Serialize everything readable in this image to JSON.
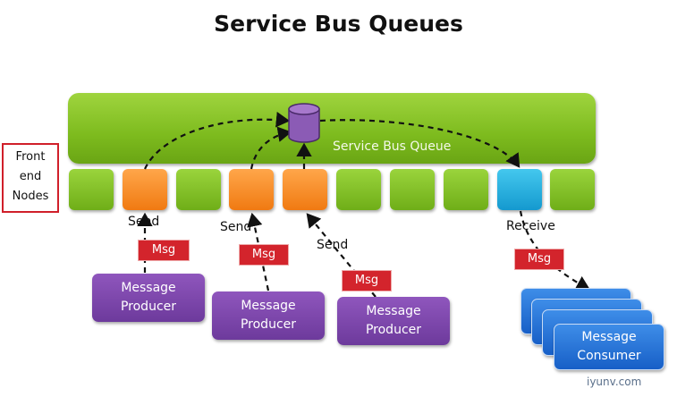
{
  "title": "Service Bus Queues",
  "queue": {
    "label": "Service Bus Queue",
    "icon": "database-cylinder-icon",
    "color": "#8b5bb5"
  },
  "frontend": {
    "line1": "Front",
    "line2": "end",
    "line3": "Nodes"
  },
  "nodes": [
    "green",
    "orange",
    "green",
    "orange",
    "orange",
    "green",
    "green",
    "green",
    "blue",
    "green"
  ],
  "labels": {
    "send1": "Send",
    "send2": "Send",
    "send3": "Send",
    "receive": "Receive"
  },
  "msg": {
    "m1": "Msg",
    "m2": "Msg",
    "m3": "Msg",
    "m4": "Msg"
  },
  "producers": [
    {
      "line1": "Message",
      "line2": "Producer"
    },
    {
      "line1": "Message",
      "line2": "Producer"
    },
    {
      "line1": "Message",
      "line2": "Producer"
    }
  ],
  "consumers": {
    "line1": "Message",
    "line2": "Consumer"
  },
  "watermark": "iyunv.com",
  "colors": {
    "bus": "#7dbb1e",
    "node_green": "#7dbb1e",
    "node_orange": "#f58b23",
    "node_blue": "#1fa9dc",
    "msg": "#d3242c",
    "producer": "#7a45a8",
    "consumer": "#2a76d9",
    "frontend_border": "#d01f2a"
  }
}
